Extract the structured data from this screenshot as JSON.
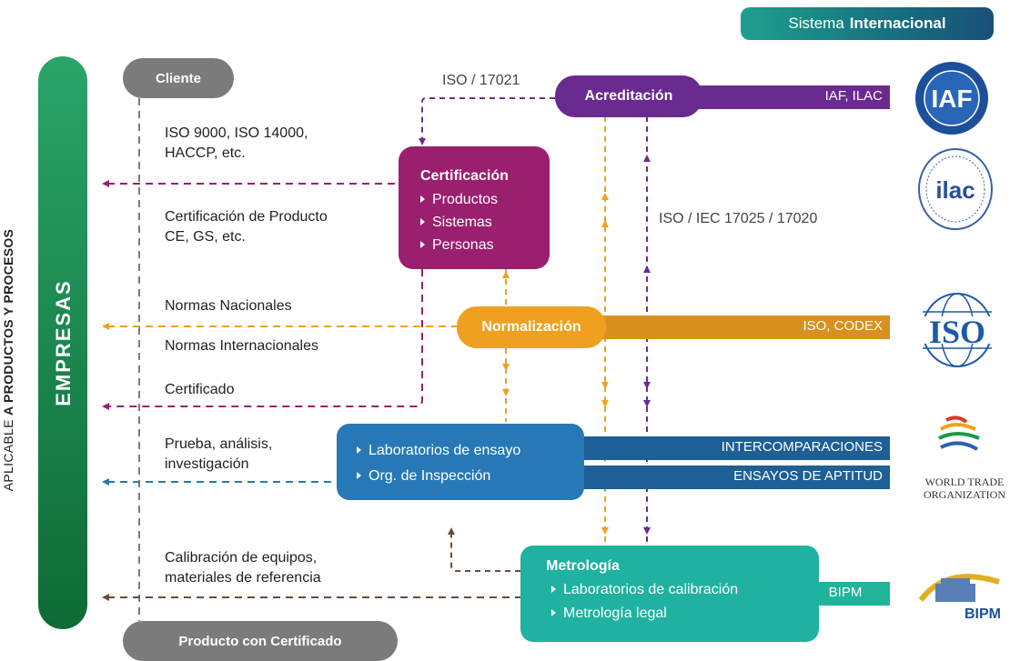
{
  "header": {
    "sistema_prefix": "Sistema",
    "sistema_bold": "Internacional"
  },
  "side": {
    "aplicable_prefix": "APLICABLE",
    "aplicable_bold": "A PRODUCTOS Y PROCESOS",
    "empresas": "EMPRESAS"
  },
  "pills": {
    "cliente": "Cliente",
    "producto": "Producto con Certificado"
  },
  "labels": {
    "iso17021": "ISO /  17021",
    "iso9000_l1": "ISO 9000, ISO 14000,",
    "iso9000_l2": "HACCP, etc.",
    "certprod_l1": "Certificación de Producto",
    "certprod_l2": "CE, GS, etc.",
    "iso17025": "ISO / IEC 17025 / 17020",
    "normas_nac": "Normas Nacionales",
    "normas_int": "Normas Internacionales",
    "certificado": "Certificado",
    "prueba_l1": "Prueba, análisis,",
    "prueba_l2": "investigación",
    "calib_l1": "Calibración de equipos,",
    "calib_l2": "materiales de referencia"
  },
  "acreditacion": {
    "title": "Acreditación",
    "bar": "IAF, ILAC"
  },
  "certificacion": {
    "title": "Certificación",
    "items": [
      "Productos",
      "Sistemas",
      "Personas"
    ]
  },
  "normalizacion": {
    "title": "Normalización",
    "bar": "ISO, CODEX"
  },
  "laboratorios": {
    "items": [
      "Laboratorios de ensayo",
      "Org. de Inspección"
    ],
    "bar1": "INTERCOMPARACIONES",
    "bar2": "ENSAYOS DE APTITUD"
  },
  "metrologia": {
    "title": "Metrología",
    "items": [
      "Laboratorios de calibración",
      "Metrología legal"
    ],
    "bar": "BIPM"
  },
  "logos": {
    "iaf": "IAF",
    "ilac": "ilac",
    "iso": "ISO",
    "wto_l1": "WORLD TRADE",
    "wto_l2": "ORGANIZATION",
    "bipm": "BIPM"
  },
  "colors": {
    "purple": "#6b2a90",
    "magenta": "#9a1f6f",
    "orange": "#f0a020",
    "blue": "#2679b6",
    "teal": "#1fb2a0",
    "gray": "#7b7b7b",
    "green": "#1a8a4e",
    "brown": "#6e4a3a"
  }
}
